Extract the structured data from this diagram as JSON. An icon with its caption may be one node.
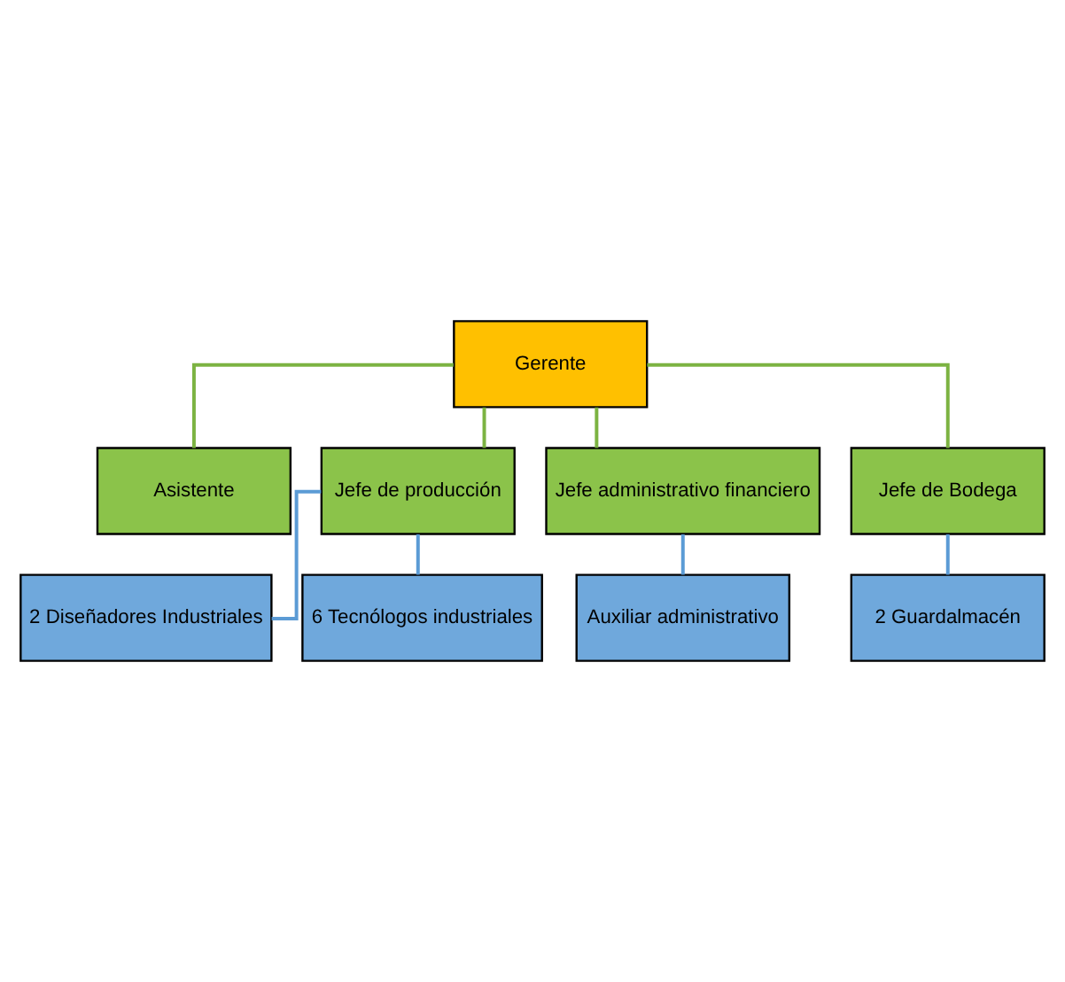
{
  "diagram": {
    "nodes": [
      {
        "text": [
          "Gerente"
        ]
      },
      {
        "text": [
          "Asistente"
        ]
      },
      {
        "text": [
          "Jefe de producción"
        ]
      },
      {
        "text": [
          "Jefe administrativo financiero"
        ]
      },
      {
        "text": [
          "Jefe de Bodega"
        ]
      },
      {
        "text": [
          "2 Diseñadores Industriales"
        ]
      },
      {
        "text": [
          "6 Tecnólogos industriales"
        ]
      },
      {
        "text": [
          "Auxiliar administrativo"
        ]
      },
      {
        "text": [
          "2 Guardalmacén"
        ]
      }
    ],
    "edges": [
      {
        "from": 0,
        "to": 1,
        "arrow": "none",
        "color": "#7cb342"
      },
      {
        "from": 0,
        "to": 2,
        "arrow": "none",
        "color": "#7cb342"
      },
      {
        "from": 0,
        "to": 3,
        "arrow": "none",
        "color": "#7cb342"
      },
      {
        "from": 0,
        "to": 4,
        "arrow": "none",
        "color": "#7cb342"
      },
      {
        "from": 2,
        "to": 5,
        "arrow": "none",
        "color": "#5b9bd5"
      },
      {
        "from": 2,
        "to": 6,
        "arrow": "none",
        "color": "#5b9bd5"
      },
      {
        "from": 3,
        "to": 7,
        "arrow": "none",
        "color": "#5b9bd5"
      },
      {
        "from": 4,
        "to": 8,
        "arrow": "none",
        "color": "#5b9bd5"
      }
    ]
  }
}
